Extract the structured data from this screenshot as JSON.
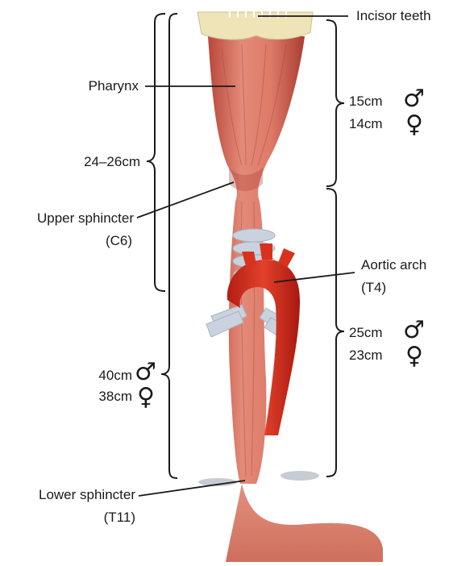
{
  "labels": {
    "incisor_teeth": "Incisor teeth",
    "pharynx": "Pharynx",
    "upper_sphincter": "Upper sphincter",
    "upper_sphincter_level": "(C6)",
    "aortic_arch": "Aortic arch",
    "aortic_arch_level": "(T4)",
    "lower_sphincter": "Lower sphincter",
    "lower_sphincter_level": "(T11)"
  },
  "measurements": {
    "pharynx_segment": "24–26cm",
    "upper_male": "15cm",
    "upper_female": "14cm",
    "lower_male": "25cm",
    "lower_female": "23cm",
    "total_male": "40cm",
    "total_female": "38cm"
  },
  "symbols": {
    "male": "♂",
    "female": "♀"
  },
  "colors": {
    "muscle": "#d9705e",
    "muscle_dark": "#b9473a",
    "aorta": "#d8321f",
    "cartilage": "#c9d2dd",
    "teeth": "#efe3b8",
    "text": "#1a1a1a"
  }
}
